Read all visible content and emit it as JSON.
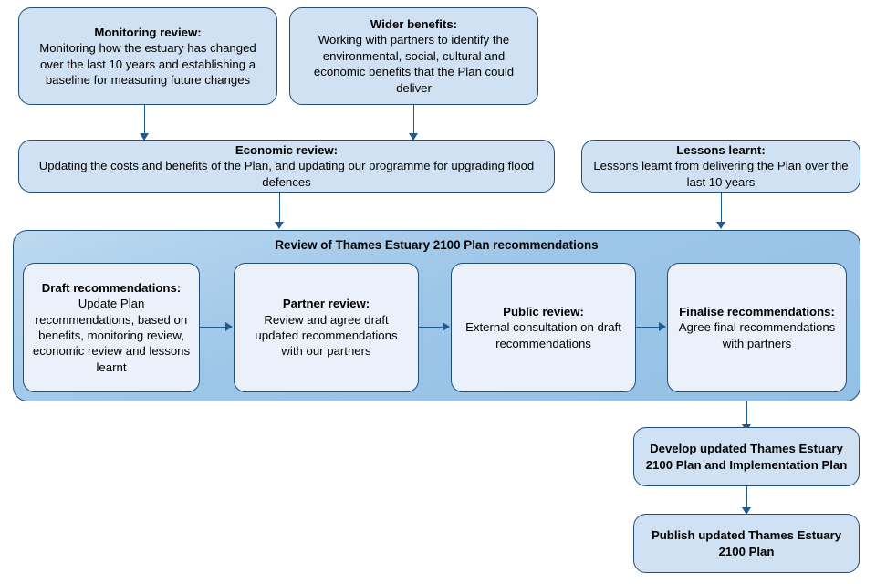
{
  "diagram": {
    "title": "Review of Thames Estuary 2100 Plan recommendations",
    "accent_border": "#1f4e79",
    "accent_connector": "#1f5b8f",
    "node_fill": "#cfe1f2",
    "container_fill": "#9dc6e8",
    "inner_fill": "#eaf1fa"
  },
  "top_row": [
    {
      "heading": "Monitoring review:",
      "body": "Monitoring how the estuary has changed over the last 10 years and establishing a baseline for measuring future changes"
    },
    {
      "heading": "Wider benefits:",
      "body": "Working with partners to identify the environmental, social, cultural and economic benefits that the Plan could deliver"
    }
  ],
  "mid_row": [
    {
      "heading": "Economic review:",
      "body": "Updating the costs and benefits of the Plan, and updating our programme for upgrading flood defences"
    },
    {
      "heading": "Lessons learnt:",
      "body": "Lessons learnt from delivering the Plan over the last 10 years"
    }
  ],
  "review_stages": [
    {
      "heading": "Draft recommendations:",
      "body": "Update Plan recommendations, based on benefits, monitoring review, economic review and lessons learnt"
    },
    {
      "heading": "Partner review:",
      "body": "Review and agree draft updated recommendations with our partners"
    },
    {
      "heading": "Public review:",
      "body": "External consultation on draft recommendations"
    },
    {
      "heading": "Finalise recommendations:",
      "body": "Agree final recommendations with partners"
    }
  ],
  "outcomes": [
    {
      "label": "Develop updated Thames Estuary 2100 Plan and Implementation Plan"
    },
    {
      "label": "Publish updated Thames Estuary 2100 Plan"
    }
  ]
}
